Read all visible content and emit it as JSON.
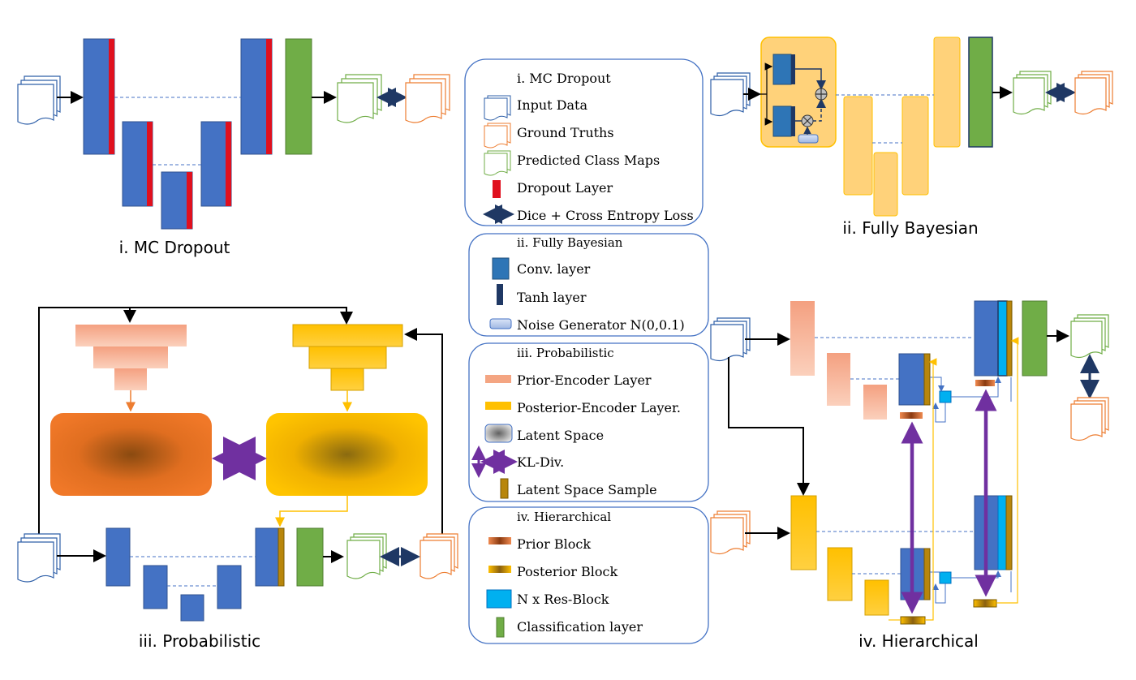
{
  "panel_titles": {
    "mc": "i. MC Dropout",
    "fb": "ii. Fully Bayesian",
    "prob": "iii. Probabilistic",
    "hier": "iv. Hierarchical"
  },
  "legend": {
    "mc": {
      "heading": "i. MC Dropout",
      "items": [
        "Input Data",
        "Ground Truths",
        "Predicted Class Maps",
        "Dropout Layer",
        "Dice + Cross Entropy Loss"
      ]
    },
    "fb": {
      "heading": "ii. Fully Bayesian",
      "items": [
        "Conv. layer",
        "Tanh layer",
        "Noise Generator N(0,0.1)"
      ]
    },
    "prob": {
      "heading": "iii. Probabilistic",
      "items": [
        "Prior-Encoder Layer",
        "Posterior-Encoder Layer.",
        "Latent Space",
        "KL-Div.",
        "Latent Space Sample"
      ]
    },
    "hier": {
      "heading": "iv. Hierarchical",
      "items": [
        "Prior Block",
        "Posterior Block",
        "N x Res-Block",
        "Classification layer"
      ]
    }
  },
  "colors": {
    "conv_blue": "#4472c4",
    "dropout_red": "#e0101e",
    "classifier_green": "#70ad47",
    "input_blue": "#2e5fa8",
    "gt_orange": "#ed7d31",
    "pred_green": "#70ad47",
    "yellow": "#ffc000",
    "light_orange": "#ffd27a",
    "prior_salmon": "#f4a582",
    "kl_purple": "#7030a0",
    "sample_gold": "#b8860b",
    "resblock_cyan": "#00b0f0",
    "loss_navy": "#1f3864"
  }
}
